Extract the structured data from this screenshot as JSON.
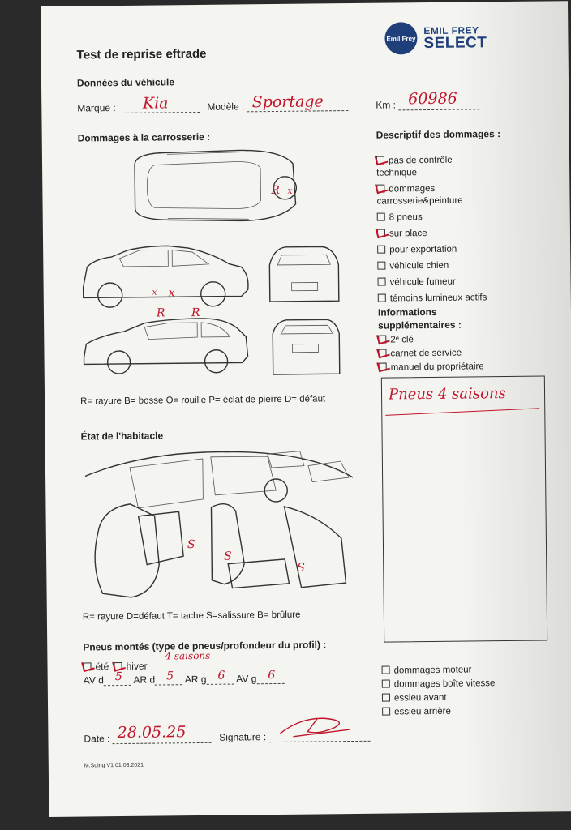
{
  "brand": {
    "logo_text": "Emil Frey",
    "name_line1": "EMIL FREY",
    "name_line2": "SELECT"
  },
  "form": {
    "title": "Test de reprise eftrade",
    "vehicle_section": "Données du véhicule",
    "marque_label": "Marque :",
    "marque_value": "Kia",
    "modele_label": "Modèle :",
    "modele_value": "Sportage",
    "km_label": "Km :",
    "km_value": "60986",
    "body_damage_title": "Dommages à la carrosserie :",
    "body_legend": "R= rayure B= bosse O= rouille P= éclat de pierre D= défaut",
    "body_marks": [
      "R",
      "x",
      "x",
      "x",
      "R",
      "R"
    ],
    "interior_title": "État de l'habitacle",
    "interior_legend": "R= rayure D=défaut T= tache S=salissure B= brûlure",
    "interior_marks": [
      "S",
      "S",
      "S"
    ],
    "tyres_title": "Pneus montés (type de pneus/profondeur du profil) :",
    "tyres_summer": "été",
    "tyres_winter": "hiver",
    "tyres_note": "4 saisons",
    "av_d_label": "AV d",
    "av_d_value": "5",
    "ar_d_label": "AR d",
    "ar_d_value": "5",
    "ar_g_label": "AR g",
    "ar_g_value": "6",
    "av_g_label": "AV g",
    "av_g_value": "6",
    "date_label": "Date :",
    "date_value": "28.05.25",
    "signature_label": "Signature :",
    "footer": "M.Suing V1 01.03.2021"
  },
  "damage_desc": {
    "title": "Descriptif des dommages :",
    "items": [
      {
        "label_line1": "pas de contrôle",
        "label_line2": "technique",
        "checked": true
      },
      {
        "label_line1": "dommages",
        "label_line2": "carrosserie&peinture",
        "checked": true
      },
      {
        "label_line1": "8 pneus",
        "label_line2": "",
        "checked": false
      },
      {
        "label_line1": "sur place",
        "label_line2": "",
        "checked": true
      },
      {
        "label_line1": "pour exportation",
        "label_line2": "",
        "checked": false
      },
      {
        "label_line1": "véhicule chien",
        "label_line2": "",
        "checked": false
      },
      {
        "label_line1": "véhicule fumeur",
        "label_line2": "",
        "checked": false
      },
      {
        "label_line1": "témoins lumineux actifs",
        "label_line2": "",
        "checked": false
      }
    ]
  },
  "extra_info": {
    "title_line1": "Informations",
    "title_line2": "supplémentaires :",
    "items": [
      {
        "label": "2ᵉ clé",
        "checked": true
      },
      {
        "label": "carnet de service",
        "checked": true
      },
      {
        "label": "manuel du propriétaire",
        "checked": true
      }
    ],
    "note": "Pneus 4 saisons"
  },
  "mechanical": {
    "items": [
      {
        "label": "dommages moteur",
        "checked": false
      },
      {
        "label": "dommages boîte vitesse",
        "checked": false
      },
      {
        "label": "essieu avant",
        "checked": false
      },
      {
        "label": "essieu arrière",
        "checked": false
      }
    ]
  }
}
